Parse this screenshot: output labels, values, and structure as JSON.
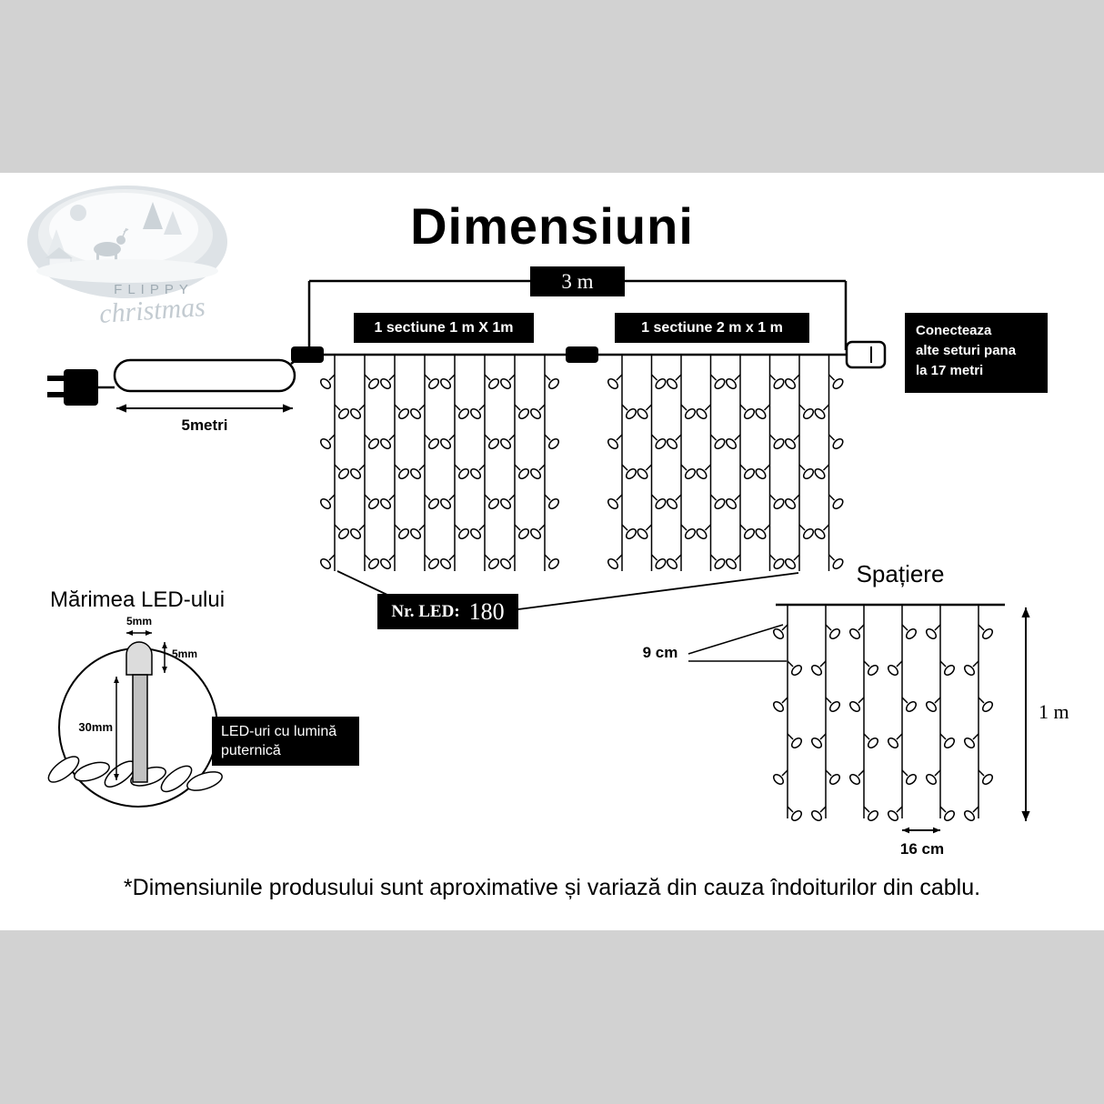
{
  "colors": {
    "background": "#d2d2d2",
    "panel": "#ffffff",
    "box_background": "#000000",
    "box_text": "#ffffff",
    "line": "#000000",
    "logo_text": "#9fabb3"
  },
  "page": {
    "title": "Dimensiuni",
    "footer_note": "*Dimensiunile produsului sunt aproximative și variază din cauza îndoiturilor din cablu."
  },
  "logo": {
    "brand_top": "FLIPPY",
    "brand_bottom": "christmas"
  },
  "diagram": {
    "total_width_label": "3 m",
    "section1_label": "1 sectiune 1 m X 1m",
    "section2_label": "1 sectiune 2 m x 1 m",
    "connect_note": "Conecteaza\nalte seturi pana\nla 17 metri",
    "lead_length_label": "5metri",
    "led_count_label": "Nr. LED:",
    "led_count_value": "180"
  },
  "spacing": {
    "title": "Spațiere",
    "drop_spacing_label": "9 cm",
    "height_label": "1 m",
    "led_gap_label": "16 cm"
  },
  "led_size": {
    "title": "Mărimea LED-ului",
    "cap_width_label": "5mm",
    "cap_height_label": "5mm",
    "body_height_label": "30mm",
    "callout": "LED-uri cu lumină\nputernică"
  }
}
